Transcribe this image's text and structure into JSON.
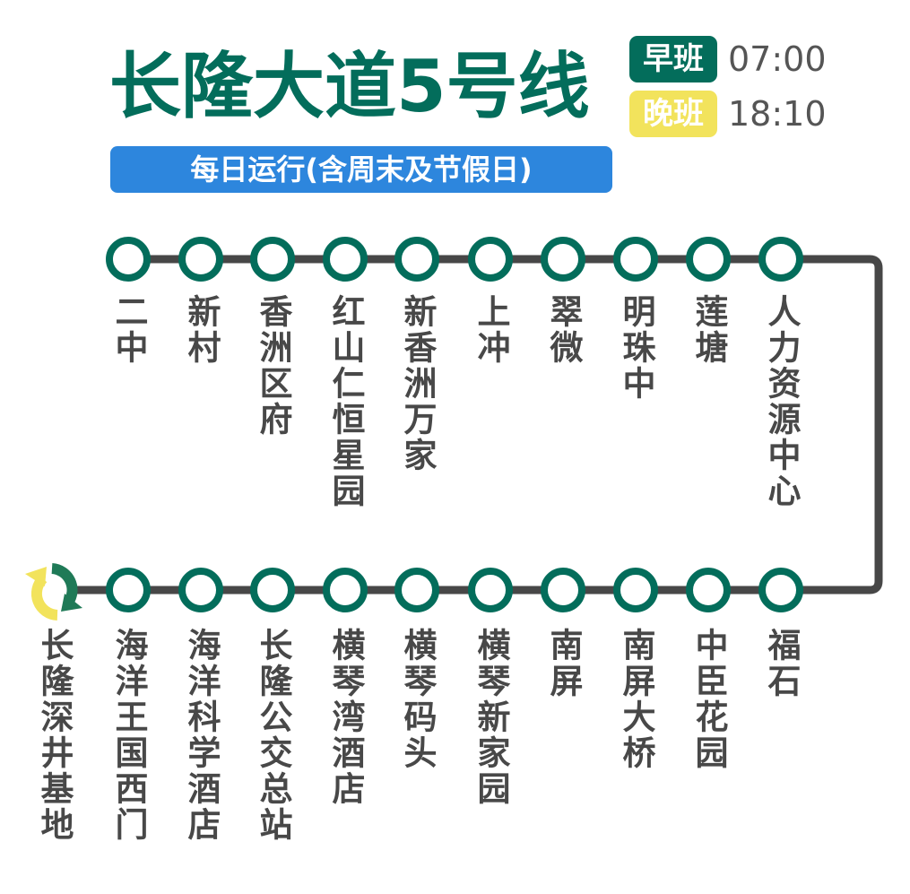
{
  "title": "长隆大道5号线",
  "schedule": {
    "morning_label": "早班",
    "morning_time": "07:00",
    "evening_label": "晚班",
    "evening_time": "18:10"
  },
  "service_note": "每日运行(含周末及节假日)",
  "colors": {
    "green": "#036d5b",
    "line": "#474747",
    "blue": "#2d86dd",
    "yellow": "#f2e35c",
    "text": "#484848"
  },
  "top_row": [
    "二中",
    "新村",
    "香洲区府",
    "红山仁恒星园",
    "新香洲万家",
    "上冲",
    "翠微",
    "明珠中",
    "莲塘",
    "人力资源中心"
  ],
  "bottom_row": [
    "长隆深井基地",
    "海洋王国西门",
    "海洋科学酒店",
    "长隆公交总站",
    "横琴湾酒店",
    "横琴码头",
    "横琴新家园",
    "南屏",
    "南屏大桥",
    "中臣花园",
    "福石"
  ],
  "terminal_icon": "loop-arrows-icon"
}
